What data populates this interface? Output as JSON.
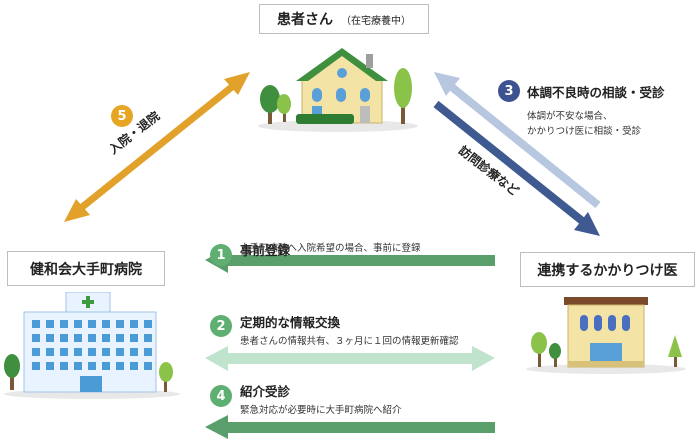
{
  "nodes": {
    "patient": {
      "title": "患者さん",
      "subtitle": "（在宅療養中）"
    },
    "hospital": {
      "title": "健和会大手町病院"
    },
    "clinic": {
      "title": "連携するかかりつけ医"
    }
  },
  "steps": [
    {
      "number": "1",
      "title": "事前登録",
      "desc": "大手町病院へ入院希望の場合、事前に登録"
    },
    {
      "number": "2",
      "title": "定期的な情報交換",
      "desc": "患者さんの情報共有、３ヶ月に１回の情報更新確認"
    },
    {
      "number": "3",
      "title": "体調不良時の相談・受診",
      "desc_line1": "体調が不安な場合、",
      "desc_line2": "かかりつけ医に相談・受診"
    },
    {
      "number": "4",
      "title": "紹介受診",
      "desc": "緊急対応が必要時に大手町病院へ紹介"
    },
    {
      "number": "5",
      "title": "入院・退院"
    }
  ],
  "labels": {
    "home_visit": "訪問診療など"
  },
  "colors": {
    "green_badge": "#5fae72",
    "blue_badge": "#3d5290",
    "orange_badge": "#e6a623",
    "green_arrow": "#5a9e6b",
    "light_green_arrow": "#bfe3cc",
    "navy_arrow": "#3f5a91",
    "light_blue_arrow": "#b8c7e0",
    "orange_arrow": "#e2a12a"
  }
}
